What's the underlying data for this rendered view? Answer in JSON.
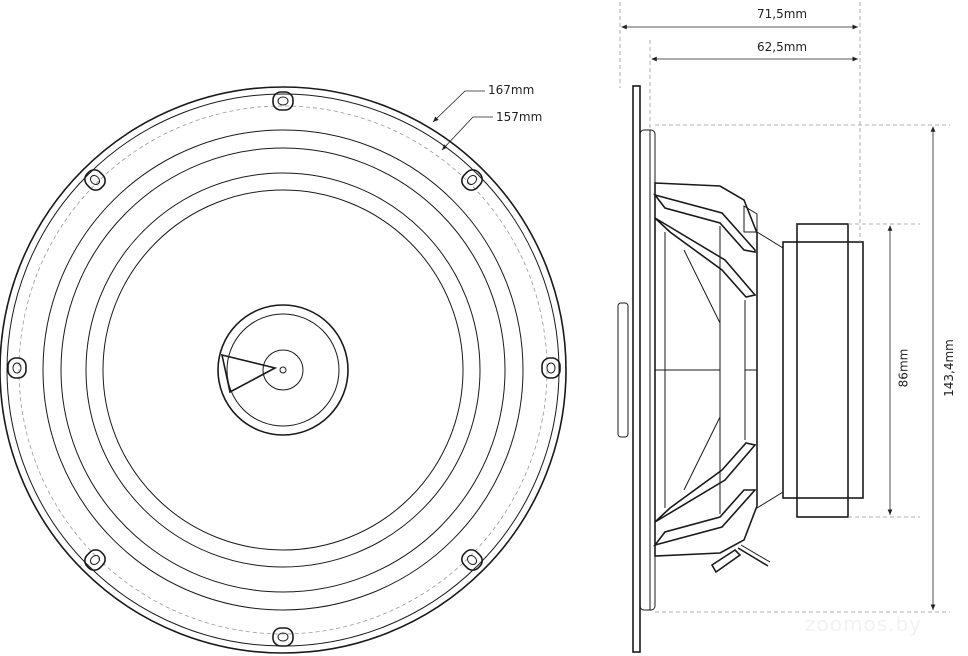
{
  "dimensions": {
    "outer_diameter": "167mm",
    "mounting_diameter": "157mm",
    "total_depth": "71,5mm",
    "mounting_depth": "62,5mm",
    "magnet_diameter": "86mm",
    "cutout_height": "143,4mm"
  },
  "watermark": "zoomos.by",
  "colors": {
    "line": "#1a1a1a",
    "dashed": "#999999"
  }
}
